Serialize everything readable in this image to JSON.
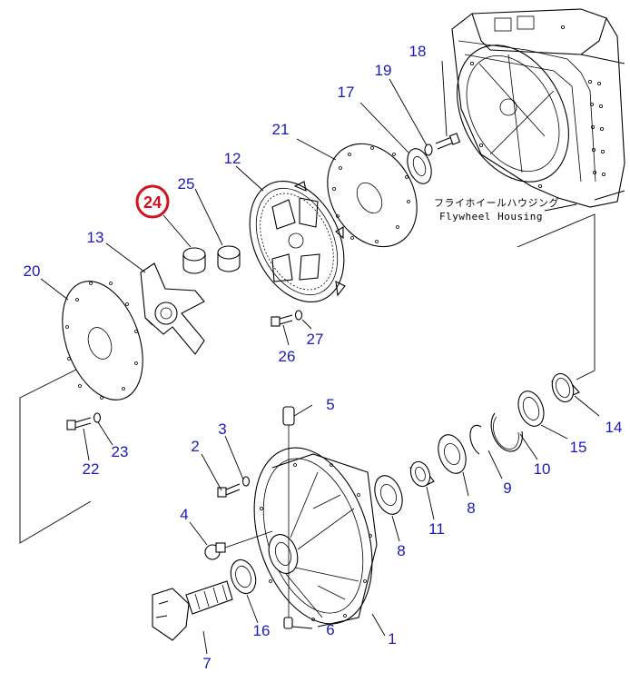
{
  "diagram": {
    "caption_jp": "フライホイールハウジング",
    "caption_en": "Flywheel Housing",
    "highlighted_part": "24",
    "highlight_color": "#d0141c",
    "label_color": "#1a1ab8"
  },
  "parts": [
    {
      "id": "p1",
      "label": "1"
    },
    {
      "id": "p2",
      "label": "2"
    },
    {
      "id": "p3",
      "label": "3"
    },
    {
      "id": "p4",
      "label": "4"
    },
    {
      "id": "p5",
      "label": "5"
    },
    {
      "id": "p6",
      "label": "6"
    },
    {
      "id": "p7",
      "label": "7"
    },
    {
      "id": "p8a",
      "label": "8"
    },
    {
      "id": "p8b",
      "label": "8"
    },
    {
      "id": "p9",
      "label": "9"
    },
    {
      "id": "p10",
      "label": "10"
    },
    {
      "id": "p11",
      "label": "11"
    },
    {
      "id": "p12",
      "label": "12"
    },
    {
      "id": "p13",
      "label": "13"
    },
    {
      "id": "p14",
      "label": "14"
    },
    {
      "id": "p15",
      "label": "15"
    },
    {
      "id": "p16",
      "label": "16"
    },
    {
      "id": "p17",
      "label": "17"
    },
    {
      "id": "p18",
      "label": "18"
    },
    {
      "id": "p19",
      "label": "19"
    },
    {
      "id": "p20",
      "label": "20"
    },
    {
      "id": "p21",
      "label": "21"
    },
    {
      "id": "p22",
      "label": "22"
    },
    {
      "id": "p23",
      "label": "23"
    },
    {
      "id": "p24",
      "label": "24"
    },
    {
      "id": "p25",
      "label": "25"
    },
    {
      "id": "p26",
      "label": "26"
    },
    {
      "id": "p27",
      "label": "27"
    }
  ]
}
